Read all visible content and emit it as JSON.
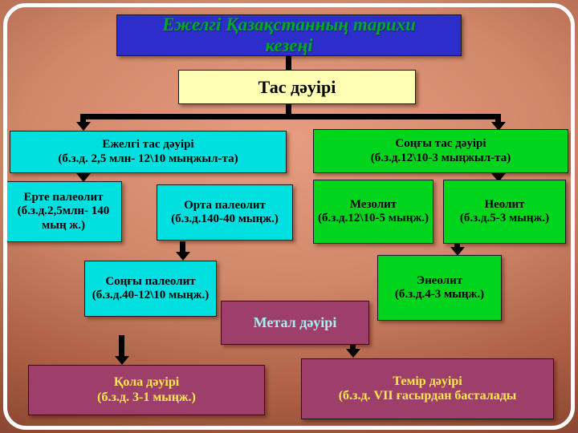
{
  "slide": {
    "title": "Ежелгі Қазақстанның тарихи кезеңі"
  },
  "nodes": {
    "stone_age": {
      "name": "Тас дәуірі"
    },
    "early_stone_age": {
      "name": "Ежелгі тас дәуірі",
      "dates": "(б.з.д. 2,5 млн- 12\\10 мыңжыл-та)"
    },
    "late_stone_age": {
      "name": "Соңғы тас дәуірі",
      "dates": "(б.з.д.12\\10-3 мыңжыл-та)"
    },
    "early_paleolithic": {
      "name": "Ерте палеолит",
      "dates": "(б.з.д.2,5млн- 140 мың ж.)"
    },
    "middle_paleolithic": {
      "name": "Орта палеолит",
      "dates": "(б.з.д.140-40 мыңж.)"
    },
    "late_paleolithic": {
      "name": "Соңғы палеолит",
      "dates": "(б.з.д.40-12\\10 мыңж.)"
    },
    "mesolithic": {
      "name": "Мезолит",
      "dates": "(б.з.д.12\\10-5 мыңж.)"
    },
    "neolithic": {
      "name": "Неолит",
      "dates": "(б.з.д.5-3 мыңж.)"
    },
    "eneolithic": {
      "name": "Энеолит",
      "dates": "(б.з.д.4-3 мыңж.)"
    },
    "metal_age": {
      "name": "Метал дәуірі"
    },
    "bronze_age": {
      "name": "Қола дәуірі",
      "dates": "(б.з.д. 3-1 мыңж.)"
    },
    "iron_age": {
      "name": "Темір дәуірі",
      "dates": "(б.з.д. VII ғасырдан басталады"
    }
  },
  "colors": {
    "background": "#a85c42",
    "frame": "#ffffff",
    "title_box": "#2d2dcc",
    "title_text": "#00a82a",
    "stone_age_box": "#ffffb3",
    "paleolithic_boxes": "#00dfdf",
    "neolithic_boxes": "#00d41c",
    "metal_boxes": "#9e3f6b",
    "metal_age_text": "#a9eef2",
    "bronze_iron_text": "#ffe94d",
    "connectors": "#000000"
  }
}
